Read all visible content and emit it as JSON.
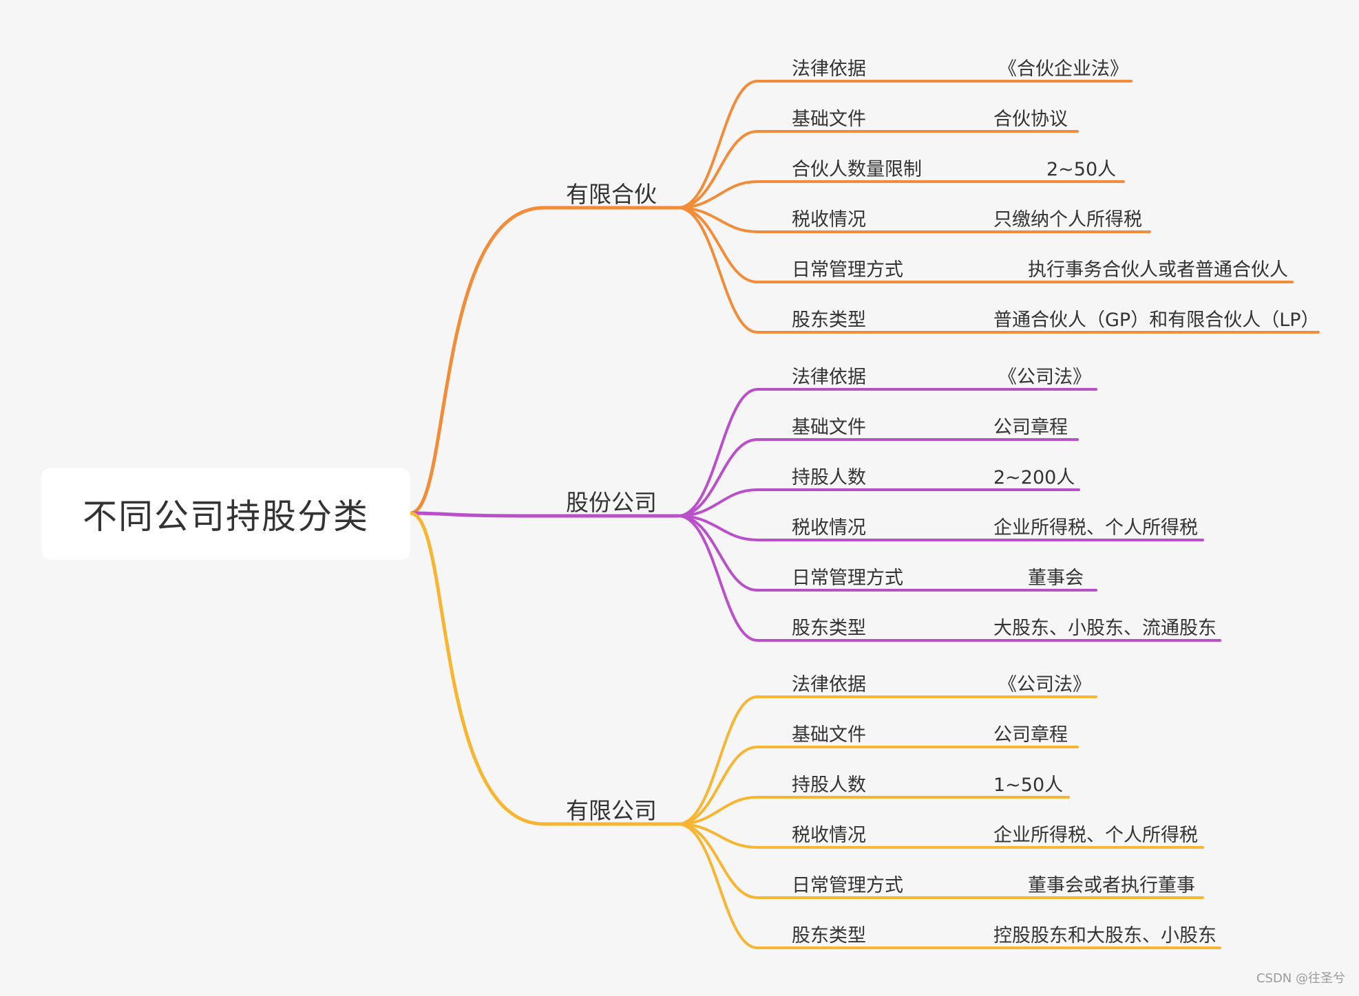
{
  "root": {
    "title": "不同公司持股分类"
  },
  "branches": [
    {
      "label": "有限合伙",
      "color": "#F28C38",
      "leaves": [
        {
          "key": "法律依据",
          "value": "《合伙企业法》"
        },
        {
          "key": "基础文件",
          "value": "合伙协议"
        },
        {
          "key": "合伙人数量限制",
          "value": "2~50人"
        },
        {
          "key": "税收情况",
          "value": "只缴纳个人所得税"
        },
        {
          "key": "日常管理方式",
          "value": "执行事务合伙人或者普通合伙人"
        },
        {
          "key": "股东类型",
          "value": "普通合伙人（GP）和有限合伙人（LP）"
        }
      ]
    },
    {
      "label": "股份公司",
      "color": "#B94FC9",
      "leaves": [
        {
          "key": "法律依据",
          "value": "《公司法》"
        },
        {
          "key": "基础文件",
          "value": "公司章程"
        },
        {
          "key": "持股人数",
          "value": "2~200人"
        },
        {
          "key": "税收情况",
          "value": "企业所得税、个人所得税"
        },
        {
          "key": "日常管理方式",
          "value": "董事会"
        },
        {
          "key": "股东类型",
          "value": "大股东、小股东、流通股东"
        }
      ]
    },
    {
      "label": "有限公司",
      "color": "#F7B531",
      "leaves": [
        {
          "key": "法律依据",
          "value": "《公司法》"
        },
        {
          "key": "基础文件",
          "value": "公司章程"
        },
        {
          "key": "持股人数",
          "value": "1~50人"
        },
        {
          "key": "税收情况",
          "value": "企业所得税、个人所得税"
        },
        {
          "key": "日常管理方式",
          "value": "董事会或者执行董事"
        },
        {
          "key": "股东类型",
          "value": "控股股东和大股东、小股东"
        }
      ]
    }
  ],
  "watermark": "CSDN @往圣兮"
}
